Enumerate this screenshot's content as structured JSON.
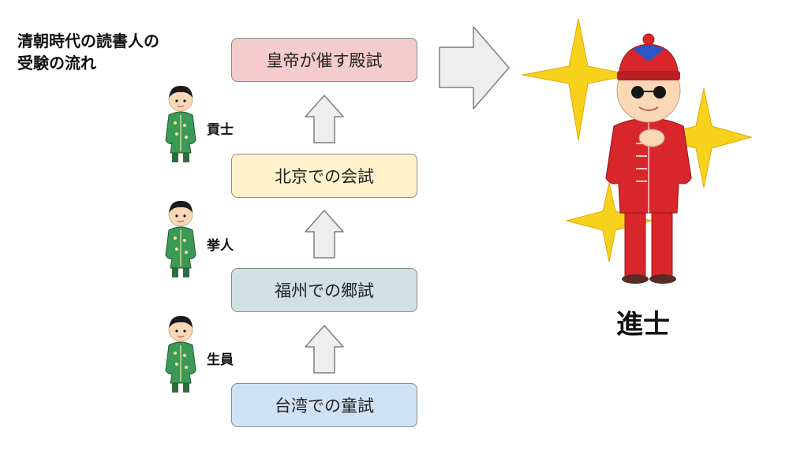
{
  "title": "清朝時代の読書人の\n受験の流れ",
  "stages": [
    {
      "label": "皇帝が催す殿試",
      "color": "#f4cccc"
    },
    {
      "label": "北京での会試",
      "color": "#fff2cc"
    },
    {
      "label": "福州での郷試",
      "color": "#d0e0e3"
    },
    {
      "label": "台湾での童試",
      "color": "#cfe2f3"
    }
  ],
  "ranks": [
    "貢士",
    "挙人",
    "生員"
  ],
  "final_rank": "進士",
  "colors": {
    "arrow_fill": "#eeeeee",
    "arrow_stroke": "#7f7f7f",
    "student_robe": "#3c9a57",
    "scholar_robe": "#d9262b",
    "sparkle": "#f7d21c"
  }
}
